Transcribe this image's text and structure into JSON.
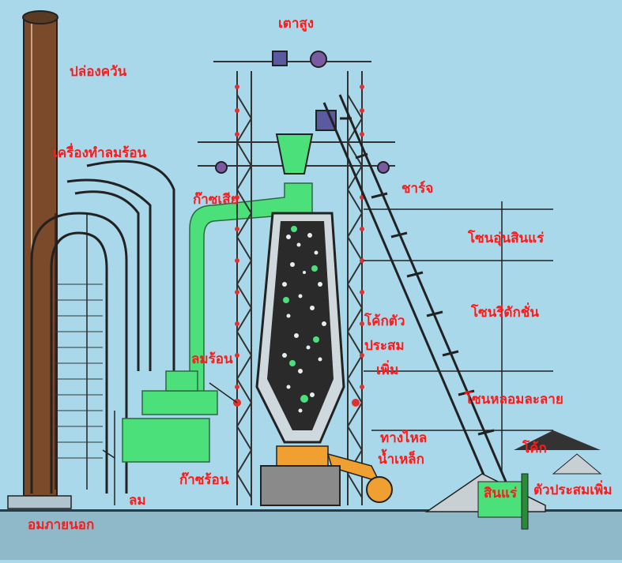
{
  "diagram": {
    "title": "เตาสูง",
    "labels": {
      "chimney": "ปล่องควัน",
      "hot_air_machine": "เครื่องทำลมร้อน",
      "waste_gas": "ก๊าซเสีย",
      "charge": "ชาร์จ",
      "ore_heating_zone": "โซนอุ่นสินแร่",
      "reduction_zone": "โซนรีดักชั่น",
      "coke_additive_1": "โค้กตัว",
      "coke_additive_2": "ประสม",
      "coke_additive_3": "เพิ่ม",
      "hot_air": "ลมร้อน",
      "melting_zone": "โซนหลอมละลาย",
      "iron_channel_1": "ทางไหล",
      "iron_channel_2": "น้ำเหล็ก",
      "coke": "โค้ก",
      "ore": "สินแร่",
      "additive": "ตัวประสมเพิ่ม",
      "hot_gas": "ก๊าซร้อน",
      "air": "ลม",
      "outside_air": "อมภายนอก"
    },
    "colors": {
      "background": "#a8d8ea",
      "label": "#ff1a1a",
      "gas_pipe": "#4ce07a",
      "molten_iron": "#f0a030",
      "chimney": "#7a4a2a",
      "structure": "#e03030",
      "burden": "#1a1a1a"
    }
  }
}
